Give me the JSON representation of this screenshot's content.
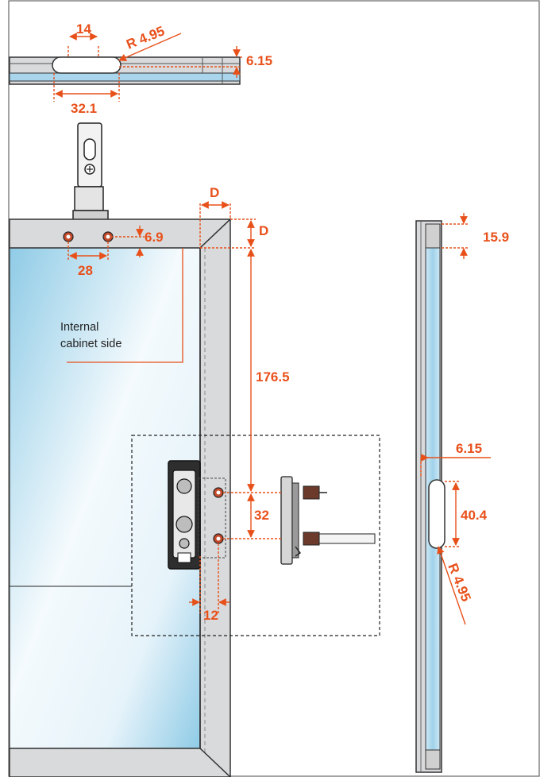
{
  "colors": {
    "dimension": "#e8501a",
    "frame_fill": "#d8dadc",
    "frame_stroke": "#333333",
    "glass_light": "#f4fafd",
    "glass_dark": "#8fcbe6",
    "label_text": "#222222"
  },
  "annotations": {
    "internal_side_line1": "Internal",
    "internal_side_line2": "cabinet side"
  },
  "dimensions": {
    "top_slot_width": "14",
    "top_slot_radius": "R 4.95",
    "top_slot_offset": "6.15",
    "top_slot_length": "32.1",
    "hinge_offset": "6.9",
    "hinge_spacing": "28",
    "frame_width_h": "D",
    "frame_width_v": "D",
    "vertical_distance": "176.5",
    "hole_spacing": "32",
    "hole_offset": "12",
    "side_top_offset": "15.9",
    "side_slot_offset": "6.15",
    "side_slot_length": "40.4",
    "side_slot_radius": "R 4.95"
  }
}
